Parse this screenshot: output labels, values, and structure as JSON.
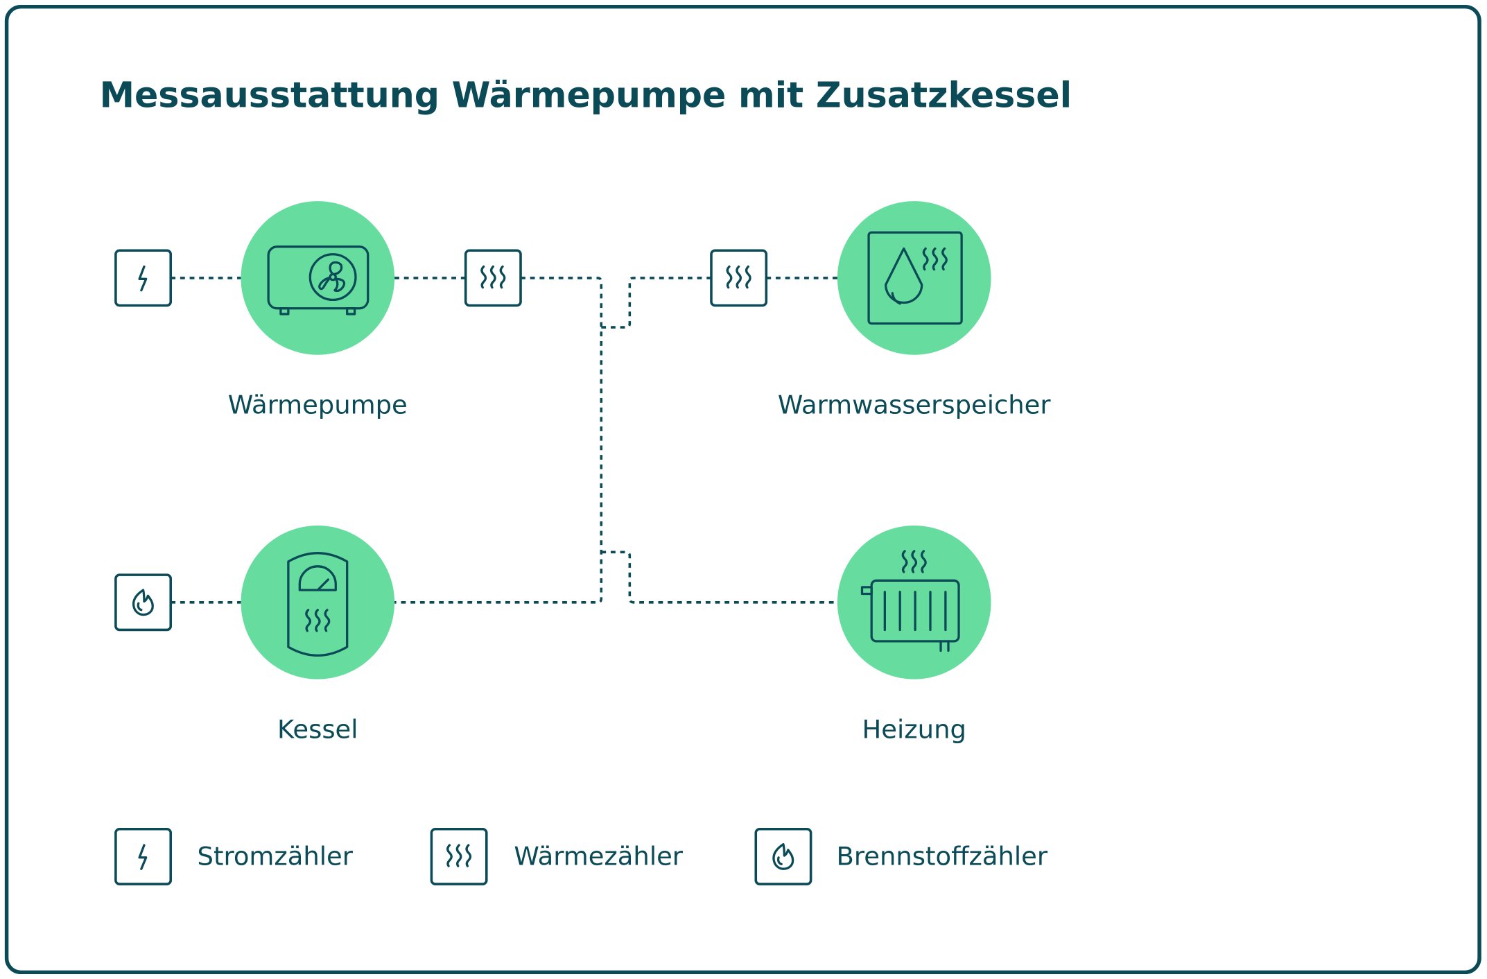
{
  "title": "Messausstattung Wärmepumpe mit Zusatzkessel",
  "nodes": {
    "waermepumpe": "Wärmepumpe",
    "warmwasserspeicher": "Warmwasserspeicher",
    "kessel": "Kessel",
    "heizung": "Heizung"
  },
  "legend": {
    "strom": "Stromzähler",
    "waerme": "Wärmezähler",
    "brennstoff": "Brennstoffzähler"
  },
  "colors": {
    "primary": "#0b4a57",
    "accent": "#66dd9f"
  },
  "icons": [
    "lightning-icon",
    "heat-waves-icon",
    "flame-icon",
    "heat-pump-icon",
    "water-tank-icon",
    "boiler-icon",
    "radiator-icon"
  ]
}
